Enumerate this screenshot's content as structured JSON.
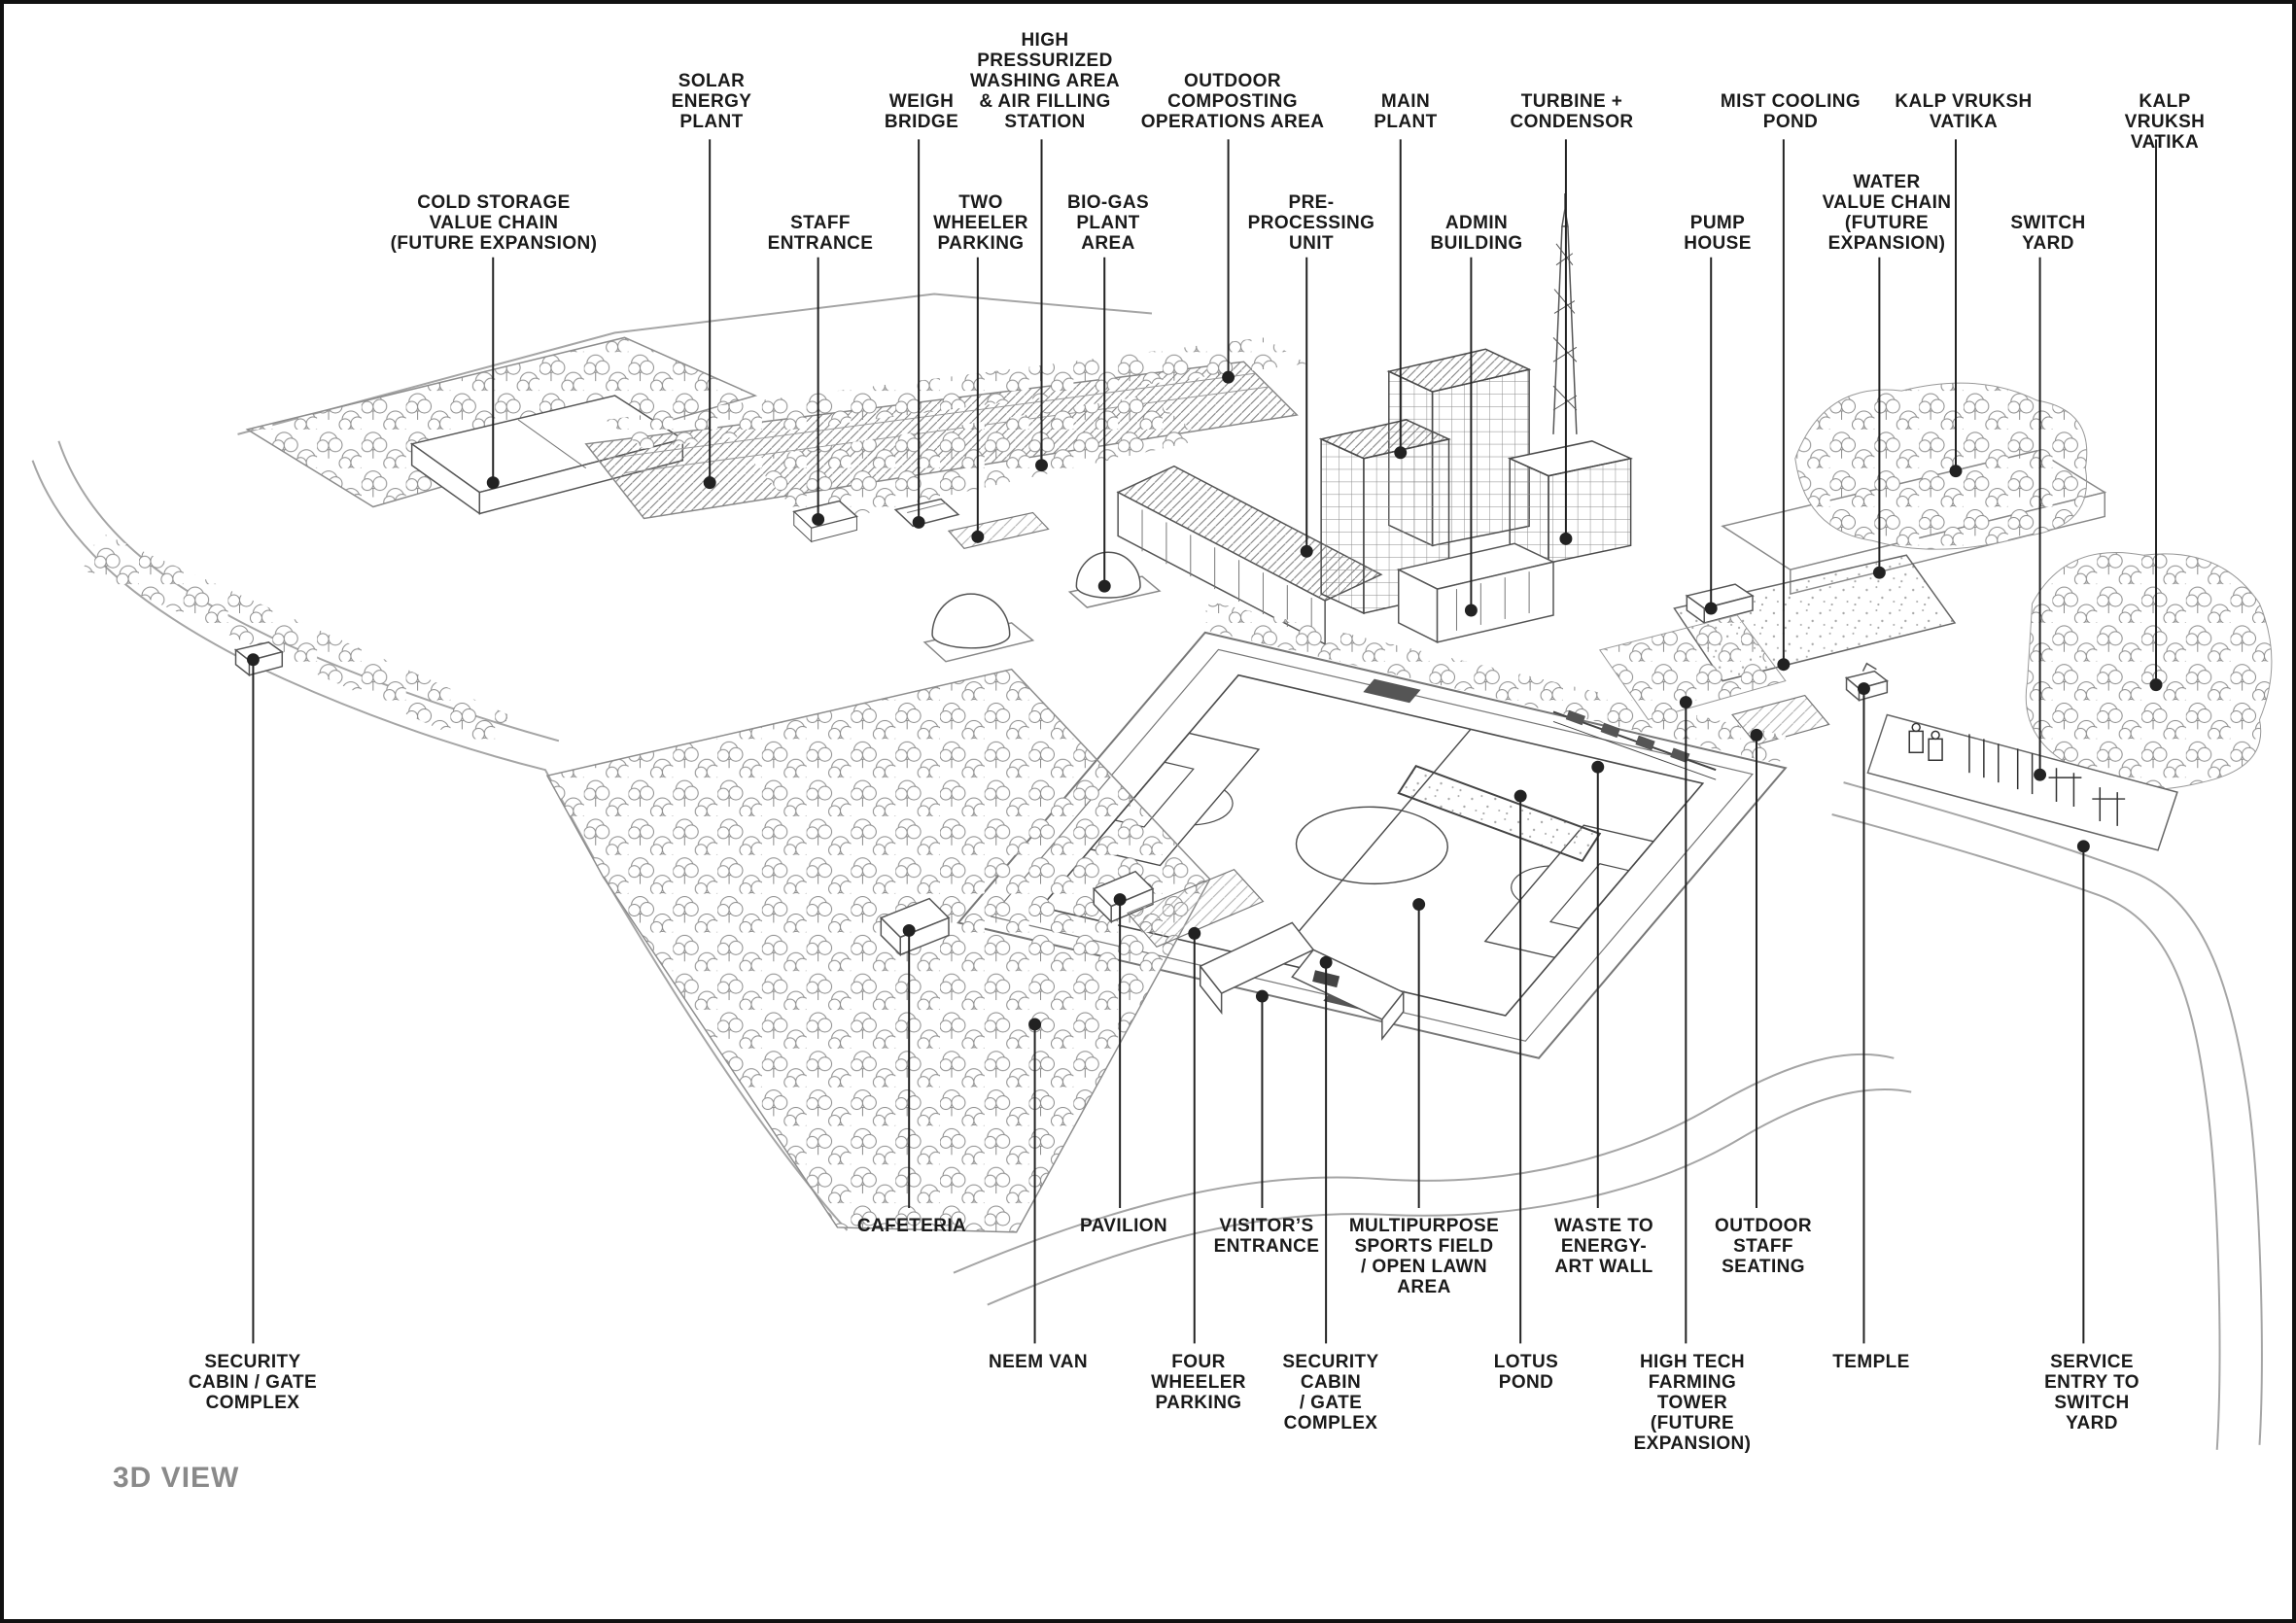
{
  "view_label": "3D VIEW",
  "colors": {
    "label_text": "#1a1a1a",
    "view_label_gray": "#8a8a8a",
    "leader_line": "#222222",
    "drawing_light": "#9a9a9a",
    "drawing_mid": "#555555",
    "background": "#ffffff",
    "border": "#111111"
  },
  "labels": {
    "cold_storage": {
      "text": "COLD STORAGE\nVALUE CHAIN\n(FUTURE EXPANSION)"
    },
    "solar": {
      "text": "SOLAR\nENERGY\nPLANT"
    },
    "staff_entrance": {
      "text": "STAFF\nENTRANCE"
    },
    "weigh_bridge": {
      "text": "WEIGH\nBRIDGE"
    },
    "two_wheeler": {
      "text": "TWO\nWHEELER\nPARKING"
    },
    "high_pressurized": {
      "text": "HIGH\nPRESSURIZED\nWASHING AREA\n& AIR FILLING\nSTATION"
    },
    "bio_gas": {
      "text": "BIO-GAS\nPLANT\nAREA"
    },
    "outdoor_composting": {
      "text": "OUTDOOR\nCOMPOSTING\nOPERATIONS AREA"
    },
    "pre_processing": {
      "text": "PRE-\nPROCESSING\nUNIT"
    },
    "main_plant": {
      "text": "MAIN\nPLANT"
    },
    "admin": {
      "text": "ADMIN\nBUILDING"
    },
    "turbine": {
      "text": "TURBINE +\nCONDENSOR"
    },
    "pump_house": {
      "text": "PUMP\nHOUSE"
    },
    "mist_pond": {
      "text": "MIST COOLING\nPOND"
    },
    "water_value_chain": {
      "text": "WATER\nVALUE CHAIN\n(FUTURE\nEXPANSION)"
    },
    "kalp_vruksh_left": {
      "text": "KALP VRUKSH\nVATIKA"
    },
    "switch_yard": {
      "text": "SWITCH\nYARD"
    },
    "kalp_vruksh_right": {
      "text": "KALP VRUKSH\nVATIKA"
    },
    "security_left": {
      "text": "SECURITY\nCABIN / GATE\nCOMPLEX"
    },
    "cafeteria": {
      "text": "CAFETERIA"
    },
    "neem_van": {
      "text": "NEEM VAN"
    },
    "pavilion": {
      "text": "PAVILION"
    },
    "four_wheeler": {
      "text": "FOUR\nWHEELER\nPARKING"
    },
    "visitors_entrance": {
      "text": "VISITOR’S\nENTRANCE"
    },
    "security_mid": {
      "text": "SECURITY\nCABIN\n/ GATE\nCOMPLEX"
    },
    "multipurpose": {
      "text": "MULTIPURPOSE\nSPORTS FIELD\n/ OPEN LAWN\nAREA"
    },
    "lotus_pond": {
      "text": "LOTUS\nPOND"
    },
    "waste_art_wall": {
      "text": "WASTE TO\nENERGY-\nART WALL"
    },
    "high_tech_farming": {
      "text": "HIGH TECH\nFARMING\nTOWER\n(FUTURE\nEXPANSION)"
    },
    "outdoor_staff_seating": {
      "text": "OUTDOOR\nSTAFF\nSEATING"
    },
    "temple": {
      "text": "TEMPLE"
    },
    "service_entry": {
      "text": "SERVICE\nENTRY TO\nSWITCH\nYARD"
    }
  }
}
